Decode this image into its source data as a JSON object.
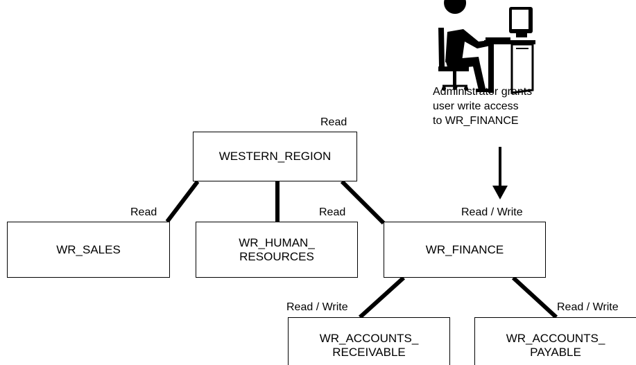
{
  "nodes": {
    "western_region": "WESTERN_REGION",
    "wr_sales": "WR_SALES",
    "wr_human_resources": [
      "WR_HUMAN_",
      "RESOURCES"
    ],
    "wr_finance": "WR_FINANCE",
    "wr_accounts_receivable": [
      "WR_ACCOUNTS_",
      "RECEIVABLE"
    ],
    "wr_accounts_payable": [
      "WR_ACCOUNTS_",
      "PAYABLE"
    ]
  },
  "access_labels": {
    "western_region": "Read",
    "wr_sales": "Read",
    "wr_human_resources": "Read",
    "wr_finance": "Read / Write",
    "wr_accounts_receivable": "Read / Write",
    "wr_accounts_payable": "Read / Write"
  },
  "administrator": {
    "icon": "administrator-at-computer-icon",
    "caption": [
      "Administrator grants",
      "user write access",
      "to WR_FINANCE"
    ]
  },
  "colors": {
    "line": "#000000",
    "box_fill": "#ffffff"
  }
}
